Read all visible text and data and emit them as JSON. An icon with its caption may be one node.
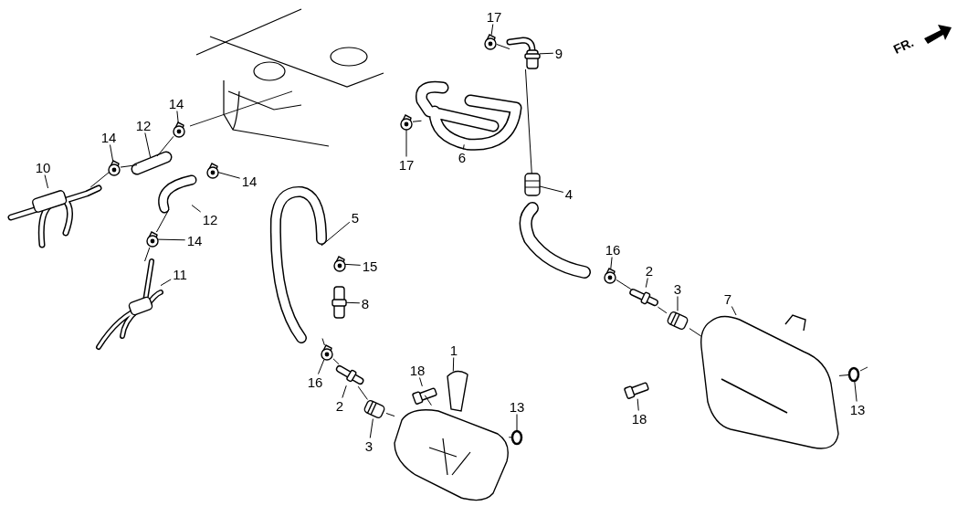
{
  "diagram": {
    "nodes": [
      {
        "text": [
          "17"
        ]
      },
      {
        "text": [],
        "shape": "clamp"
      },
      {
        "text": [
          "9"
        ]
      },
      {
        "text": [],
        "shape": "fitting"
      },
      {
        "text": [
          "14"
        ]
      },
      {
        "text": [],
        "shape": "clamp"
      },
      {
        "text": [
          "12"
        ]
      },
      {
        "text": [],
        "shape": "hose"
      },
      {
        "text": [
          "14"
        ]
      },
      {
        "text": [],
        "shape": "clamp"
      },
      {
        "text": [
          "6"
        ]
      },
      {
        "text": [],
        "shape": "hose"
      },
      {
        "text": [
          "17"
        ]
      },
      {
        "text": [],
        "shape": "clamp"
      },
      {
        "text": [
          "10"
        ]
      },
      {
        "text": [],
        "shape": "pipe"
      },
      {
        "text": [
          "14"
        ]
      },
      {
        "text": [],
        "shape": "clamp"
      },
      {
        "text": [
          "4"
        ]
      },
      {
        "text": [],
        "shape": "fitting"
      },
      {
        "text": [
          "12"
        ]
      },
      {
        "text": [],
        "shape": "hose"
      },
      {
        "text": [
          "5"
        ]
      },
      {
        "text": [],
        "shape": "hose"
      },
      {
        "text": [
          "14"
        ]
      },
      {
        "text": [],
        "shape": "clamp"
      },
      {
        "text": [
          "16"
        ]
      },
      {
        "text": [],
        "shape": "clamp"
      },
      {
        "text": [
          "15"
        ]
      },
      {
        "text": [],
        "shape": "clamp"
      },
      {
        "text": [
          "2"
        ]
      },
      {
        "text": [],
        "shape": "fitting"
      },
      {
        "text": [
          "11"
        ]
      },
      {
        "text": [],
        "shape": "pipe"
      },
      {
        "text": [
          "3"
        ]
      },
      {
        "text": [],
        "shape": "grommet"
      },
      {
        "text": [
          "7"
        ]
      },
      {
        "text": [],
        "shape": "cover"
      },
      {
        "text": [
          "8"
        ]
      },
      {
        "text": [],
        "shape": "fitting"
      },
      {
        "text": [
          "1"
        ]
      },
      {
        "text": [],
        "shape": "cover"
      },
      {
        "text": [
          "18"
        ]
      },
      {
        "text": [],
        "shape": "bolt"
      },
      {
        "text": [
          "16"
        ]
      },
      {
        "text": [],
        "shape": "clamp"
      },
      {
        "text": [
          "2"
        ]
      },
      {
        "text": [],
        "shape": "fitting"
      },
      {
        "text": [
          "13"
        ]
      },
      {
        "text": [],
        "shape": "washer"
      },
      {
        "text": [
          "18"
        ]
      },
      {
        "text": [],
        "shape": "bolt"
      },
      {
        "text": [
          "13"
        ]
      },
      {
        "text": [],
        "shape": "washer"
      },
      {
        "text": [
          "3"
        ]
      },
      {
        "text": [],
        "shape": "grommet"
      }
    ],
    "edges": [
      {
        "from": 0,
        "to": 1,
        "arrow": "none"
      },
      {
        "from": 2,
        "to": 3,
        "arrow": "none"
      },
      {
        "from": 4,
        "to": 5,
        "arrow": "none"
      },
      {
        "from": 6,
        "to": 7,
        "arrow": "none"
      },
      {
        "from": 8,
        "to": 9,
        "arrow": "none"
      },
      {
        "from": 10,
        "to": 11,
        "arrow": "none"
      },
      {
        "from": 12,
        "to": 13,
        "arrow": "none"
      },
      {
        "from": 14,
        "to": 15,
        "arrow": "none"
      },
      {
        "from": 16,
        "to": 17,
        "arrow": "none"
      },
      {
        "from": 18,
        "to": 19,
        "arrow": "none"
      },
      {
        "from": 20,
        "to": 21,
        "arrow": "none"
      },
      {
        "from": 22,
        "to": 23,
        "arrow": "none"
      },
      {
        "from": 24,
        "to": 25,
        "arrow": "none"
      },
      {
        "from": 26,
        "to": 27,
        "arrow": "none"
      },
      {
        "from": 28,
        "to": 29,
        "arrow": "none"
      },
      {
        "from": 30,
        "to": 31,
        "arrow": "none"
      },
      {
        "from": 32,
        "to": 33,
        "arrow": "none"
      },
      {
        "from": 34,
        "to": 35,
        "arrow": "none"
      },
      {
        "from": 36,
        "to": 37,
        "arrow": "none"
      },
      {
        "from": 38,
        "to": 39,
        "arrow": "none"
      },
      {
        "from": 40,
        "to": 41,
        "arrow": "none"
      },
      {
        "from": 42,
        "to": 43,
        "arrow": "none"
      },
      {
        "from": 44,
        "to": 45,
        "arrow": "none"
      },
      {
        "from": 46,
        "to": 47,
        "arrow": "none"
      },
      {
        "from": 48,
        "to": 49,
        "arrow": "none"
      },
      {
        "from": 50,
        "to": 51,
        "arrow": "none"
      },
      {
        "from": 52,
        "to": 53,
        "arrow": "none"
      },
      {
        "from": 54,
        "to": 55,
        "arrow": "none"
      },
      {
        "from": 15,
        "to": 9,
        "arrow": "none"
      },
      {
        "from": 9,
        "to": 7,
        "arrow": "none"
      },
      {
        "from": 7,
        "to": 5,
        "arrow": "none"
      },
      {
        "from": 1,
        "to": 3,
        "arrow": "none"
      },
      {
        "from": 13,
        "to": 11,
        "arrow": "none"
      },
      {
        "from": 3,
        "to": 19,
        "arrow": "none"
      },
      {
        "from": 21,
        "to": 25,
        "arrow": "none"
      },
      {
        "from": 25,
        "to": 33,
        "arrow": "none"
      },
      {
        "from": 23,
        "to": 45,
        "arrow": "none"
      },
      {
        "from": 45,
        "to": 47,
        "arrow": "none"
      },
      {
        "from": 47,
        "to": 55,
        "arrow": "none"
      },
      {
        "from": 55,
        "to": 41,
        "arrow": "none"
      },
      {
        "from": 43,
        "to": 41,
        "arrow": "none"
      },
      {
        "from": 41,
        "to": 49,
        "arrow": "none"
      },
      {
        "from": 27,
        "to": 31,
        "arrow": "none"
      },
      {
        "from": 31,
        "to": 35,
        "arrow": "none"
      },
      {
        "from": 35,
        "to": 37,
        "arrow": "none"
      },
      {
        "from": 37,
        "to": 53,
        "arrow": "none"
      }
    ],
    "labels": [
      "FR."
    ]
  }
}
